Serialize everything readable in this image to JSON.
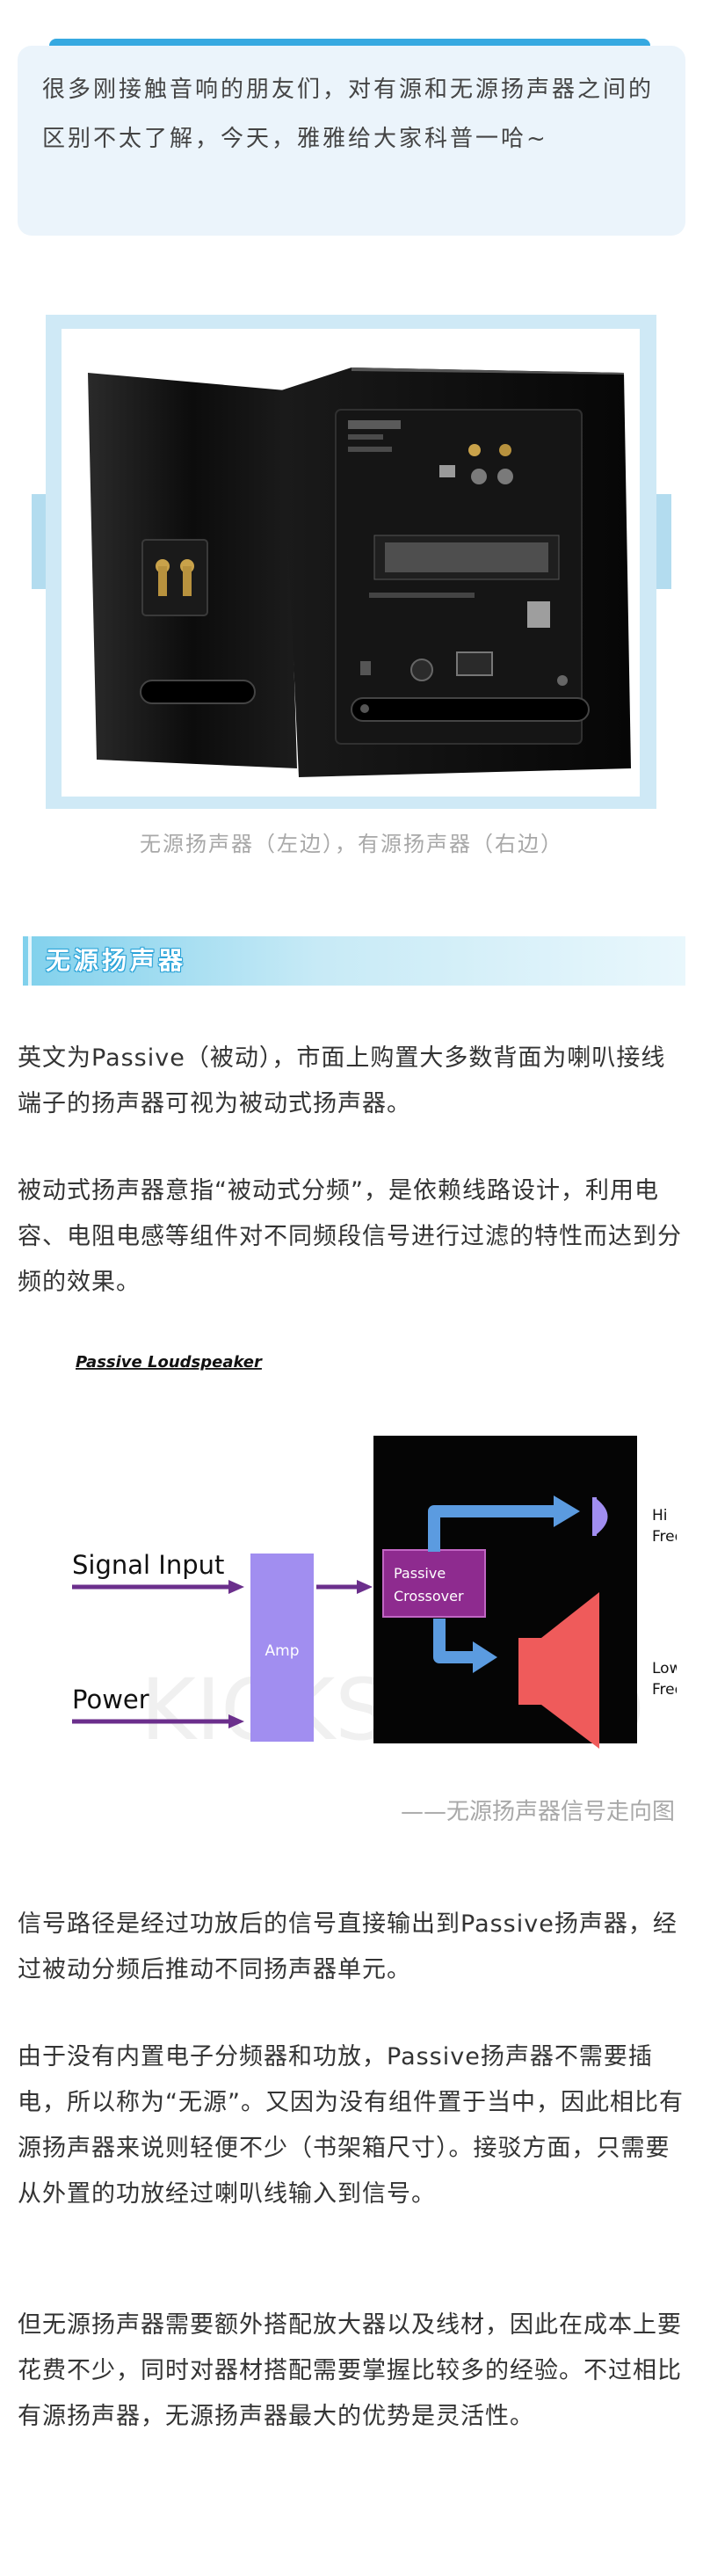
{
  "intro": {
    "text": "很多刚接触音响的朋友们，对有源和无源扬声器之间的区别不太了解，今天，雅雅给大家科普一哈~"
  },
  "photo": {
    "caption": "无源扬声器（左边），有源扬声器（右边）"
  },
  "section": {
    "title": "无源扬声器"
  },
  "paragraphs": {
    "p1": "英文为Passive（被动），市面上购置大多数背面为喇叭接线端子的扬声器可视为被动式扬声器。",
    "p2": "被动式扬声器意指“被动式分频”，是依赖线路设计，利用电容、电阻电感等组件对不同频段信号进行过滤的特性而达到分频的效果。",
    "p3": "信号路径是经过功放后的信号直接输出到Passive扬声器，经过被动分频后推动不同扬声器单元。",
    "p4": "由于没有内置电子分频器和功放，Passive扬声器不需要插电，所以称为“无源”。又因为没有组件置于当中，因此相比有源扬声器来说则轻便不少（书架箱尺寸）。接驳方面，只需要从外置的功放经过喇叭线输入到信号。",
    "p5": "但无源扬声器需要额外搭配放大器以及线材，因此在成本上要花费不少，同时对器材搭配需要掌握比较多的经验。不过相比有源扬声器，无源扬声器最大的优势是灵活性。"
  },
  "diagram": {
    "title": "Passive Loudspeaker",
    "signal_input": "Signal Input",
    "power": "Power",
    "amp": "Amp",
    "crossover_line1": "Passive",
    "crossover_line2": "Crossover",
    "hi_line1": "Hi",
    "hi_line2": "Frequencies",
    "low_line1": "Low",
    "low_line2": "Frequencies",
    "watermark": "KICKSOUND",
    "caption": "——无源扬声器信号走向图"
  },
  "colors": {
    "accent_blue": "#36a9e1",
    "card_bg": "#ebf4fb",
    "amp_purple": "#a18ef0",
    "crossover_magenta": "#8e2b8f",
    "arrow_blue": "#5b9be0",
    "speaker_red": "#ef5b5b",
    "signal_purple": "#6b2f8c"
  }
}
